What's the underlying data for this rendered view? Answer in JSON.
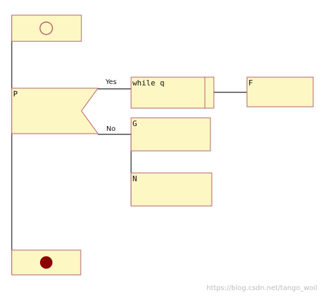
{
  "colors": {
    "box_fill": "#fdf7c4",
    "box_stroke": "#b4606a",
    "line": "#222222",
    "end_dot": "#8b0000"
  },
  "nodes": {
    "start": {
      "icon": "start-circle-icon"
    },
    "decision": {
      "label": "P"
    },
    "loop": {
      "label": "while q"
    },
    "f_box": {
      "label": "F"
    },
    "g_box": {
      "label": "G"
    },
    "n_box": {
      "label": "N"
    },
    "end": {
      "icon": "end-dot-icon"
    }
  },
  "branches": {
    "yes_label": "Yes",
    "no_label": "No"
  },
  "watermark": "https://blog.csdn.net/tango_woil"
}
